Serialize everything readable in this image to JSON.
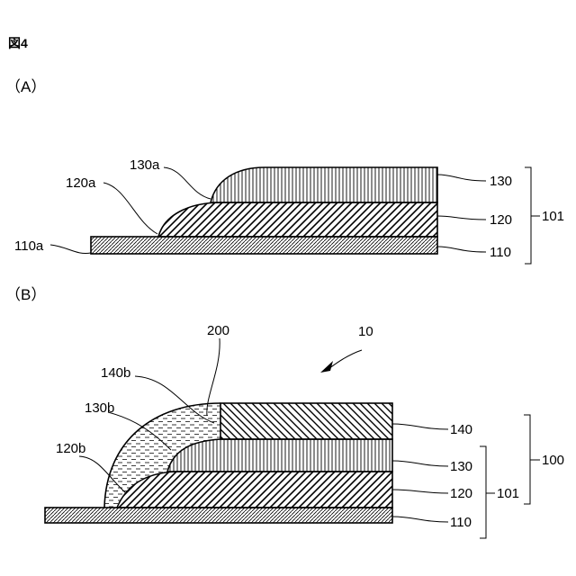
{
  "figure_title": "図4",
  "panel_a": {
    "label": "（A）",
    "labels": {
      "l130": "130",
      "l120": "120",
      "l110": "110",
      "l101": "101",
      "l130a": "130a",
      "l120a": "120a",
      "l110a": "110a"
    }
  },
  "panel_b": {
    "label": "（B）",
    "labels": {
      "l200": "200",
      "l10": "10",
      "l140b": "140b",
      "l130b": "130b",
      "l120b": "120b",
      "l140": "140",
      "l130": "130",
      "l120": "120",
      "l110": "110",
      "l101": "101",
      "l100": "100"
    }
  }
}
